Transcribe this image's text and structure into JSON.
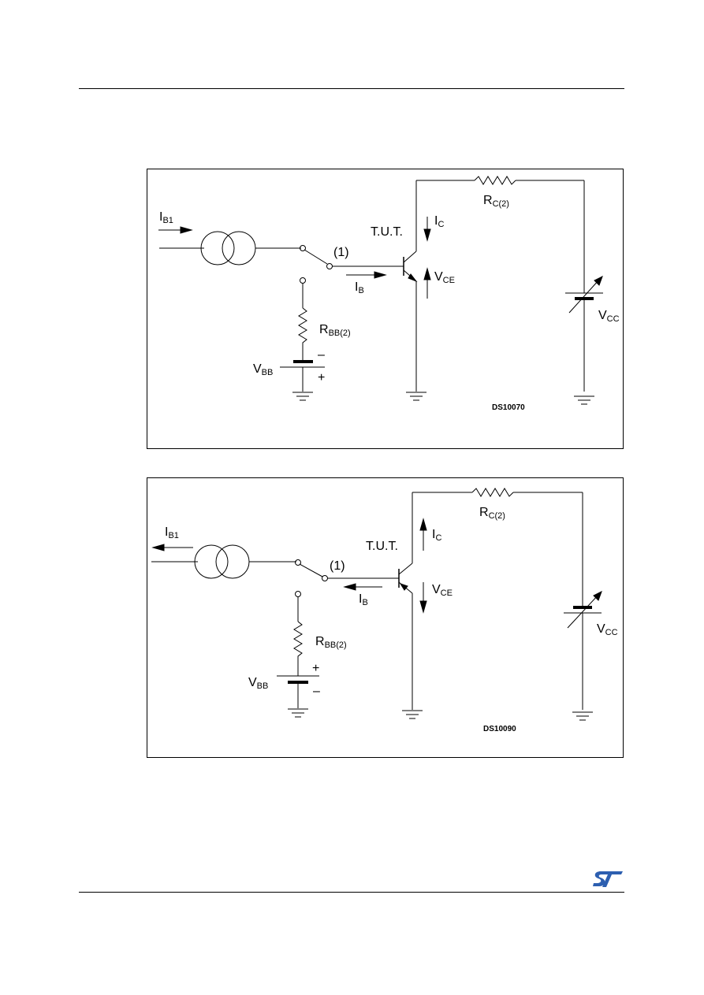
{
  "diagram1": {
    "labels": {
      "ib1": {
        "main": "I",
        "sub": "B1"
      },
      "tut": "T.U.T.",
      "note": "(1)",
      "ib": {
        "main": "I",
        "sub": "B"
      },
      "ic": {
        "main": "I",
        "sub": "C"
      },
      "vce": {
        "main": "V",
        "sub": "CE"
      },
      "rc": {
        "main": "R",
        "sub": "C(2)"
      },
      "rbb": {
        "main": "R",
        "sub": "BB(2)"
      },
      "vbb": {
        "main": "V",
        "sub": "BB"
      },
      "vcc": {
        "main": "V",
        "sub": "CC"
      },
      "minus": "–",
      "plus": "+",
      "code": "DS10070"
    }
  },
  "diagram2": {
    "labels": {
      "ib1": {
        "main": "I",
        "sub": "B1"
      },
      "tut": "T.U.T.",
      "note": "(1)",
      "ib": {
        "main": "I",
        "sub": "B"
      },
      "ic": {
        "main": "I",
        "sub": "C"
      },
      "vce": {
        "main": "V",
        "sub": "CE"
      },
      "rc": {
        "main": "R",
        "sub": "C(2)"
      },
      "rbb": {
        "main": "R",
        "sub": "BB(2)"
      },
      "vbb": {
        "main": "V",
        "sub": "BB"
      },
      "vcc": {
        "main": "V",
        "sub": "CC"
      },
      "plus": "+",
      "minus": "–",
      "code": "DS10090"
    }
  },
  "footer": {
    "logo": "ST-logo"
  }
}
